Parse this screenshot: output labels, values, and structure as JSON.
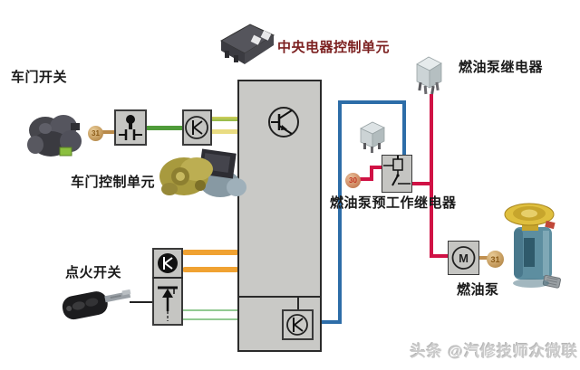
{
  "diagram": {
    "labels": {
      "door_switch": "车门开关",
      "door_control_unit": "车门控制单元",
      "ignition_switch": "点火开关",
      "central_unit": "中央电器控制单元",
      "fuel_pump_relay": "燃油泵继电器",
      "fuel_pump_prework_relay": "燃油泵预工作继电器",
      "fuel_pump": "燃油泵"
    },
    "terminals": {
      "ground_left": "31",
      "battery_30": "30",
      "ground_right": "31"
    },
    "symbols": {
      "motor": "M"
    },
    "watermark": "头条 @汽修技师众微联",
    "colors": {
      "wire_red": "#d01245",
      "wire_blue": "#2d6da8",
      "wire_orange": "#f0a232",
      "wire_green": "#4f9b3a",
      "wire_light_green": "#93ca93",
      "wire_yellow": "#e9dc82",
      "wire_yellow_green": "#b5c74e",
      "wire_tan": "#b98a4a",
      "unit_fill": "#c9c9c6",
      "central_label": "#7c2020"
    }
  }
}
